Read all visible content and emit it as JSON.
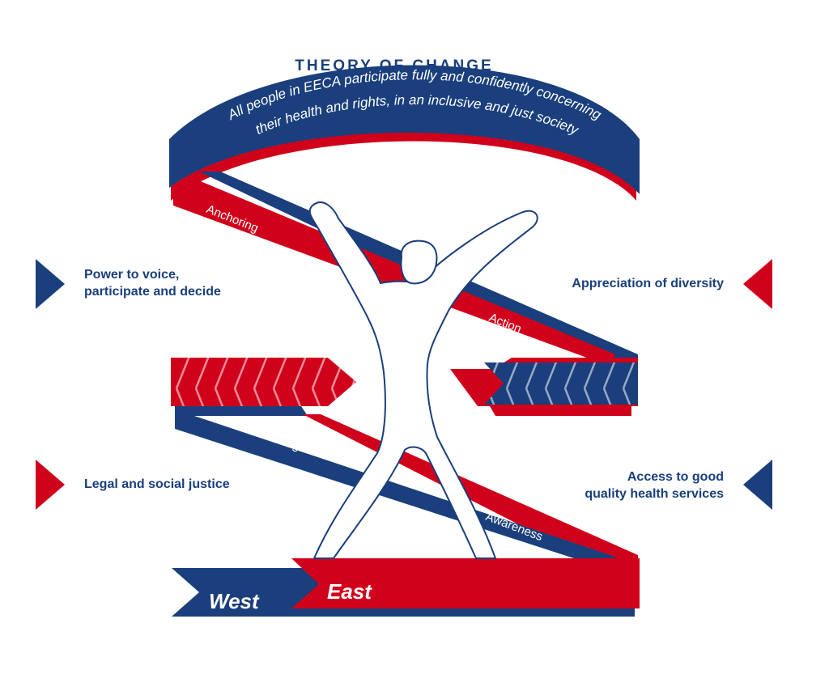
{
  "title": "THEORY OF CHANGE",
  "arch_text": {
    "line1": "All people in EECA participate fully and confidently concerning",
    "line2": "their health and rights, in an inclusive and just society"
  },
  "ribbon_labels": {
    "anchoring": "Anchoring",
    "action": "Action",
    "acknowledgement": "Acknowledgement",
    "awareness": "Awareness"
  },
  "base_labels": {
    "west": "West",
    "east": "East"
  },
  "pillars": {
    "power": "Power to voice,\nparticipate and decide",
    "legal": "Legal and social justice",
    "diversity": "Appreciation of diversity",
    "access": "Access to good\nquality health services"
  },
  "colors": {
    "navy": "#1a3f7c",
    "red": "#d0021b",
    "white": "#ffffff"
  },
  "icons": {
    "pointer_right": "triangle-pointer-right",
    "pointer_left": "triangle-pointer-left",
    "figure": "person-star-figure"
  }
}
